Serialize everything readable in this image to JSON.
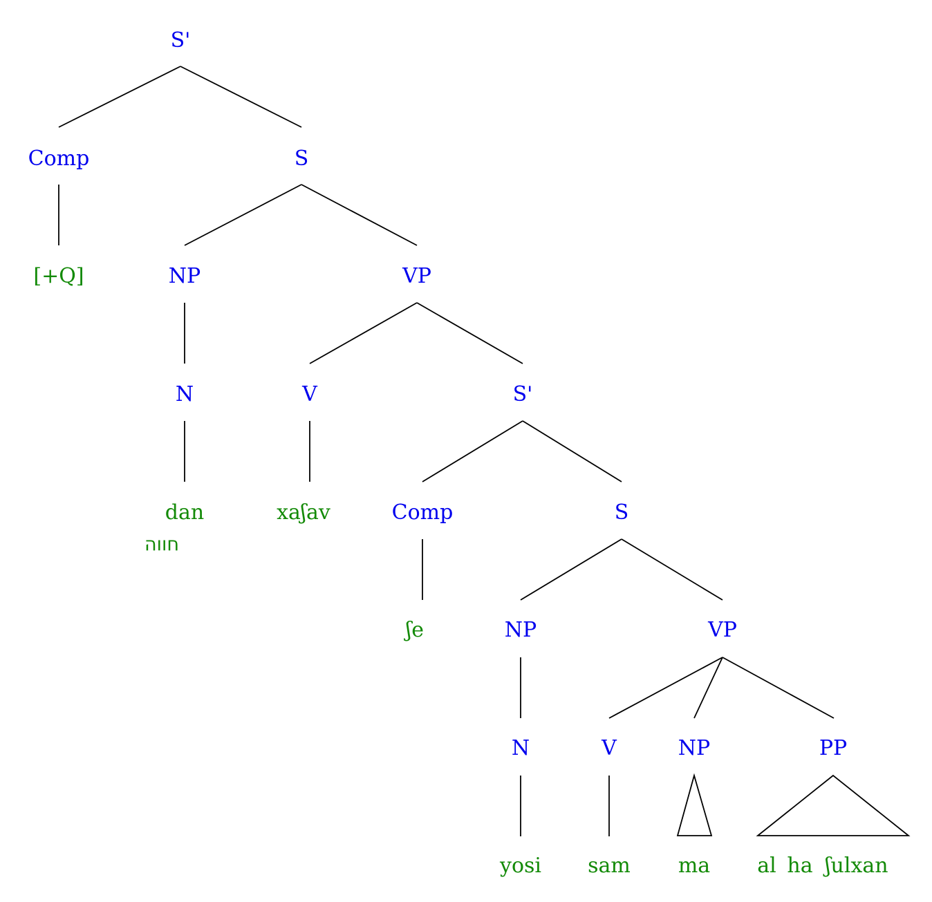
{
  "colors": {
    "category": "#0000ee",
    "word": "#138a07",
    "line": "#000000"
  },
  "categories": {
    "sbar_top": "S'",
    "comp_top": "Comp",
    "s_top": "S",
    "np_1": "NP",
    "vp_1": "VP",
    "n_1": "N",
    "v_1": "V",
    "sbar_2": "S'",
    "comp_2": "Comp",
    "s_2": "S",
    "np_2": "NP",
    "vp_2": "VP",
    "n_2": "N",
    "v_2": "V",
    "np_3": "NP",
    "pp_1": "PP"
  },
  "words": {
    "q_feature": "[+Q]",
    "dan": "dan",
    "hebrew_gloss": "חווה",
    "xashav": "xaʃav",
    "she": "ʃe",
    "yosi": "yosi",
    "sam": "sam",
    "ma": "ma",
    "al": "al",
    "ha": "ha",
    "shulxan": "ʃulxan"
  }
}
